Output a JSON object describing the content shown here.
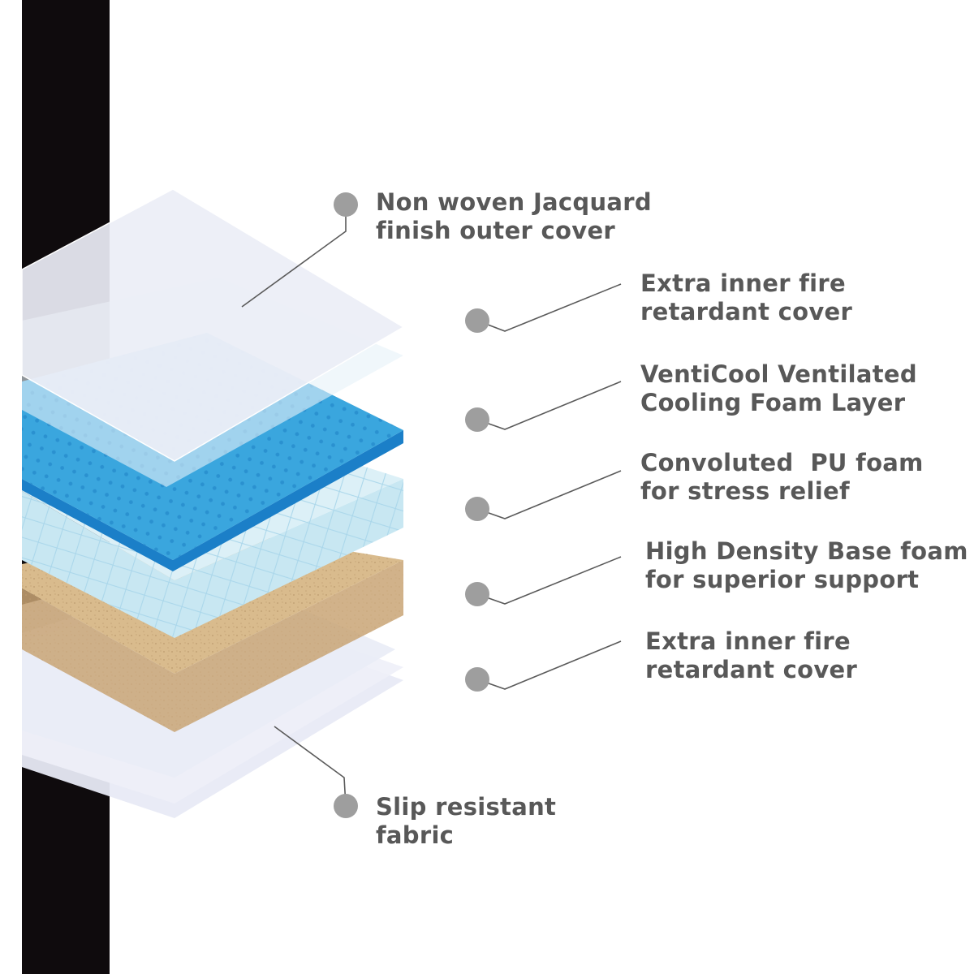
{
  "colors": {
    "background": "#ffffff",
    "strip": "#0f0b0d",
    "text": "#585858",
    "dot": "#9e9e9e",
    "leader": "#5a5a5a",
    "cover_top": "#eceef6",
    "cooling_top": "#3aa6de",
    "cooling_side": "#1e88d0",
    "convoluted_top": "#d8eef6",
    "base_top": "#d8b98c",
    "base_side": "#c9a474"
  },
  "layers": [
    {
      "id": "outer-cover",
      "lines": [
        "Non woven Jacquard",
        "finish outer cover"
      ]
    },
    {
      "id": "fire-cover-top",
      "lines": [
        "Extra inner fire",
        "retardant cover"
      ]
    },
    {
      "id": "cooling-foam",
      "lines": [
        "VentiCool Ventilated",
        "Cooling Foam Layer"
      ]
    },
    {
      "id": "convoluted-foam",
      "lines": [
        "Convoluted  PU foam",
        "for stress relief"
      ]
    },
    {
      "id": "base-foam",
      "lines": [
        "High Density Base foam",
        "for superior support"
      ]
    },
    {
      "id": "fire-cover-bottom",
      "lines": [
        "Extra inner fire",
        "retardant cover"
      ]
    },
    {
      "id": "slip-fabric",
      "lines": [
        "Slip resistant",
        "fabric"
      ]
    }
  ]
}
